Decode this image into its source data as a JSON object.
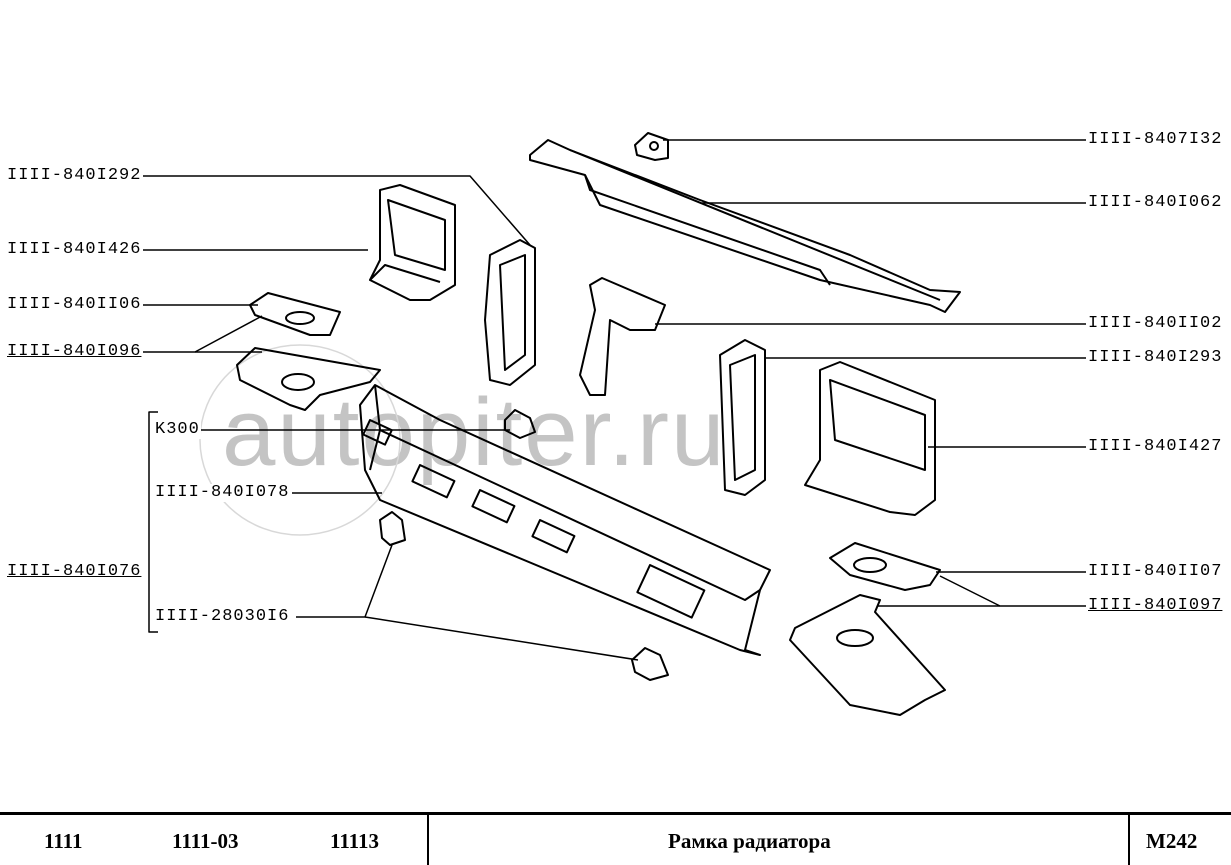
{
  "watermark": "autopiter.ru",
  "labels_left": [
    {
      "id": "8401292",
      "text": "IIII-840I292",
      "underlined": false
    },
    {
      "id": "8401426",
      "text": "IIII-840I426",
      "underlined": false
    },
    {
      "id": "8401106",
      "text": "IIII-840II06",
      "underlined": false
    },
    {
      "id": "8401096",
      "text": "IIII-840I096",
      "underlined": true
    },
    {
      "id": "8401076",
      "text": "IIII-840I076",
      "underlined": true
    }
  ],
  "labels_group": [
    {
      "id": "k300",
      "text": "K300"
    },
    {
      "id": "8401078",
      "text": "IIII-840I078"
    },
    {
      "id": "2803016",
      "text": "IIII-28030I6"
    }
  ],
  "labels_right": [
    {
      "id": "8407132",
      "text": "IIII-8407I32",
      "underlined": false
    },
    {
      "id": "8401062",
      "text": "IIII-840I062",
      "underlined": false
    },
    {
      "id": "8401102",
      "text": "IIII-840II02",
      "underlined": false
    },
    {
      "id": "8401293",
      "text": "IIII-840I293",
      "underlined": false
    },
    {
      "id": "8401427",
      "text": "IIII-840I427",
      "underlined": false
    },
    {
      "id": "8401107",
      "text": "IIII-840II07",
      "underlined": false
    },
    {
      "id": "8401097",
      "text": "IIII-840I097",
      "underlined": true
    }
  ],
  "footer": {
    "models": [
      "1111",
      "1111-03",
      "11113"
    ],
    "title": "Рамка радиатора",
    "code": "M242"
  }
}
